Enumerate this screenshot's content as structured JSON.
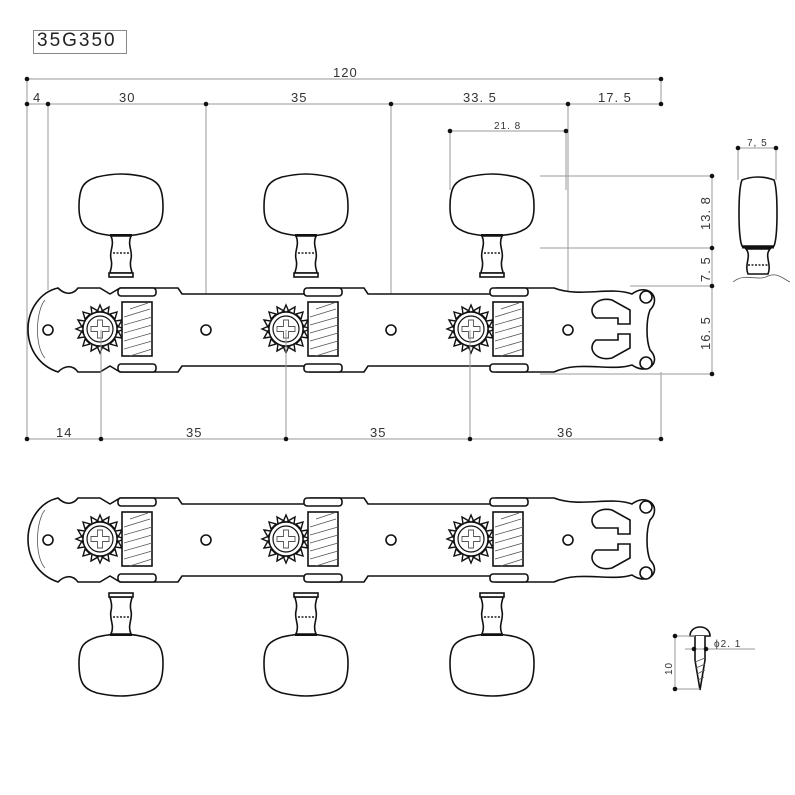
{
  "title": {
    "model": "35G350"
  },
  "dimensions": {
    "top_overall": "120",
    "top_segments": [
      "4",
      "30",
      "35",
      "33. 5",
      "17. 5"
    ],
    "button_width": "21. 8",
    "button_height": "13. 8",
    "shaft_height": "7. 5",
    "plate_height": "16. 5",
    "side_button_width": "7, 5",
    "bottom_segments": [
      "14",
      "35",
      "35",
      "36"
    ]
  },
  "screw": {
    "diameter_label": "ϕ2. 1",
    "length_label": "10"
  },
  "views": [
    "top-view-upward-buttons",
    "side-view-button",
    "top-view-downward-buttons",
    "mounting-screw"
  ]
}
